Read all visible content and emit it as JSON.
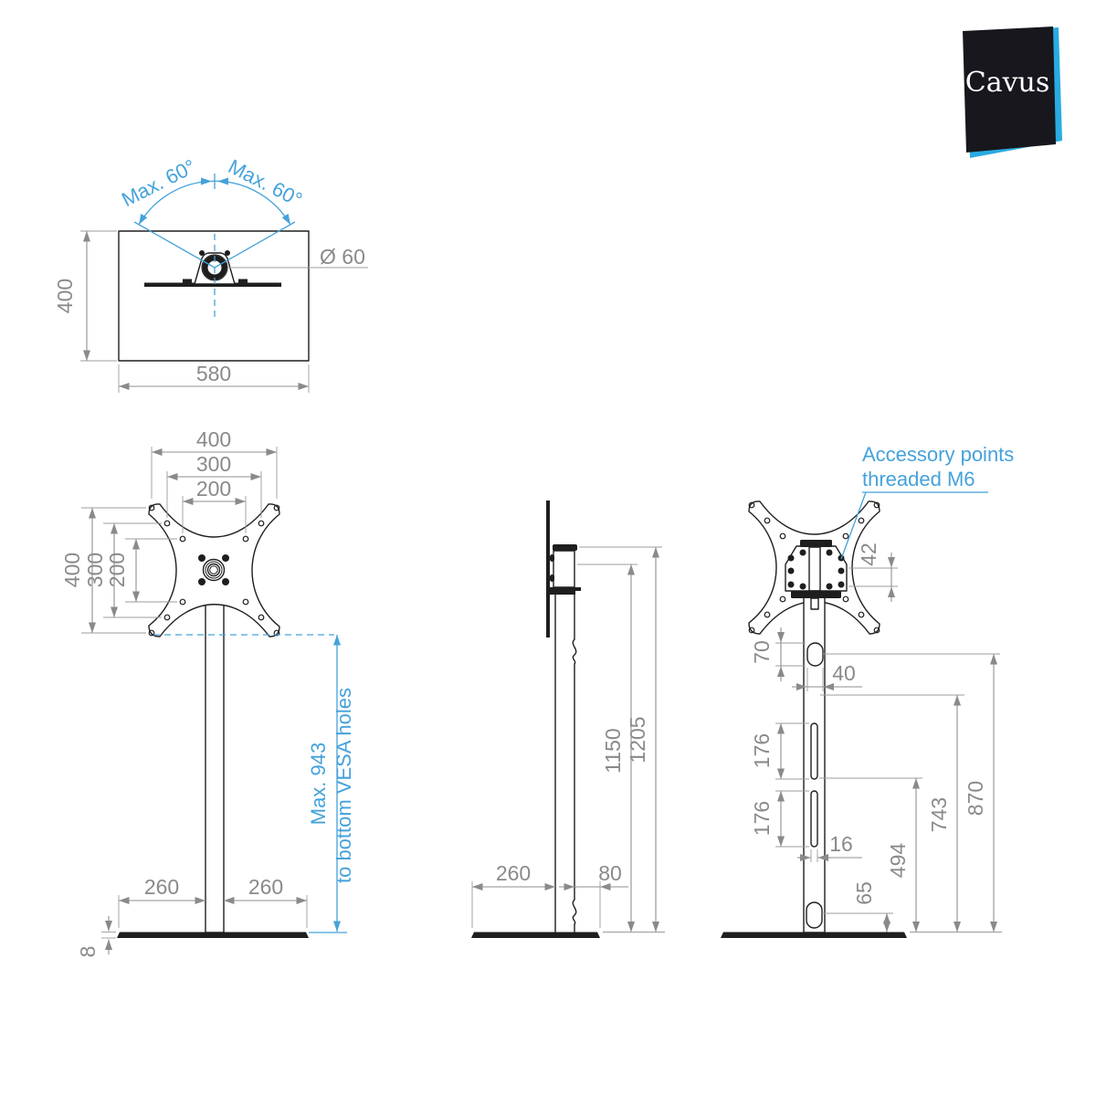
{
  "logo": {
    "text": "Cavus"
  },
  "colors": {
    "accent_blue": "#29abe2",
    "dim_blue": "#45a2da",
    "dim_gray": "#8a8a8a",
    "line_black": "#1e1e1e",
    "logo_bg": "#17171d"
  },
  "views": {
    "top_view": {
      "height": "400",
      "width": "580",
      "swivel_left": "Max. 60°",
      "swivel_right": "Max. 60°",
      "pole_diameter": "Ø 60"
    },
    "front_view": {
      "vesa_width": [
        "400",
        "300",
        "200"
      ],
      "vesa_height": [
        "400",
        "300",
        "200"
      ],
      "base_half_left": "260",
      "base_half_right": "260",
      "base_thickness": "8",
      "max_height": "Max. 943",
      "max_height_note": "to bottom VESA holes"
    },
    "side_view": {
      "pole_height": "1150",
      "total_height": "1205",
      "base_front": "260",
      "base_back": "80"
    },
    "rear_view": {
      "callout": [
        "Accessory points",
        "threaded M6"
      ],
      "bracket_hole_spacing": "42",
      "cable_outlet_height": "70",
      "cable_outlet_width": "40",
      "slot_upper": "176",
      "slot_lower": "176",
      "slot_width": "16",
      "height_494": "494",
      "height_743": "743",
      "height_870": "870",
      "bottom_outlet_height": "65"
    }
  }
}
